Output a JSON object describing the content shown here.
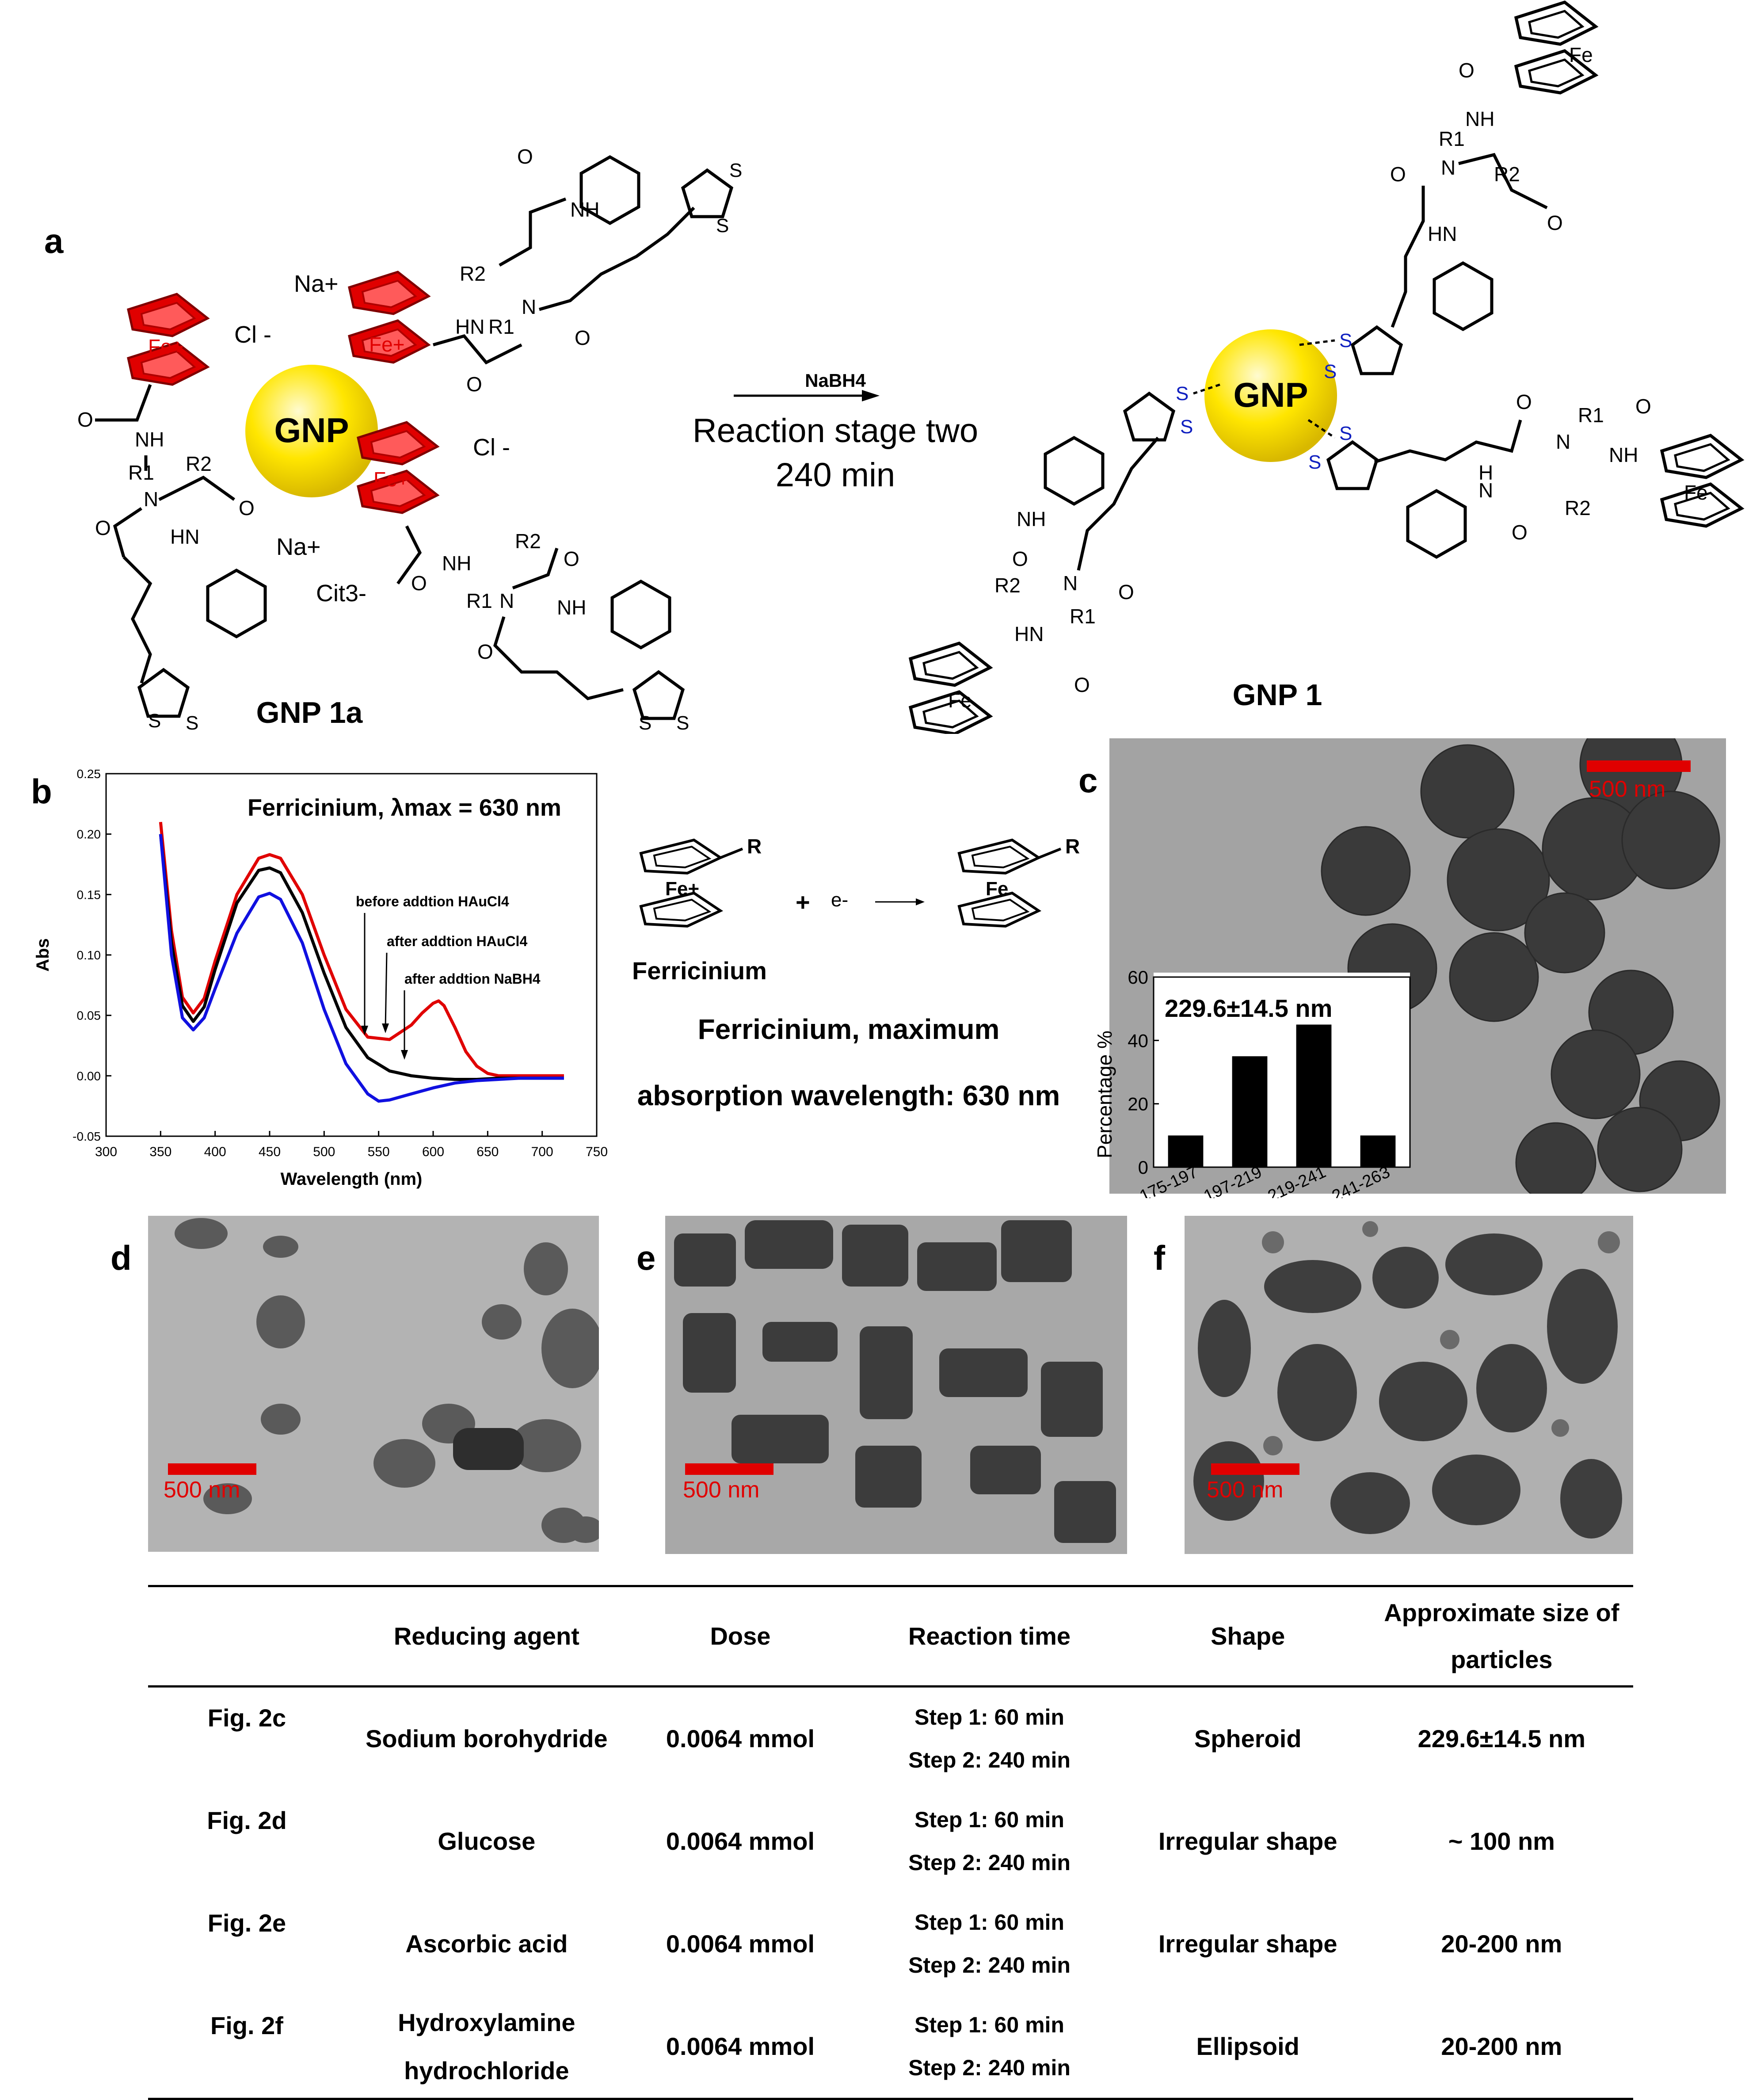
{
  "panels": {
    "a": "a",
    "b": "b",
    "c": "c",
    "d": "d",
    "e": "e",
    "f": "f"
  },
  "scheme": {
    "left_label": "GNP 1a",
    "right_label": "GNP 1",
    "core": "GNP",
    "reagent": "NaBH4",
    "condition_line1": "Reaction stage two",
    "condition_line2": "240 min",
    "ions": {
      "na": "Na+",
      "cl": "Cl -",
      "cit": "Cit3-"
    },
    "atoms": {
      "fe": "Fe",
      "fe_plus": "Fe+",
      "s": "S",
      "o": "O",
      "nh": "NH",
      "hn": "HN",
      "n": "N",
      "h": "H",
      "r1": "R1",
      "r2": "R2"
    }
  },
  "spectrum": {
    "title": "Ferricinium, λmax = 630 nm",
    "xlabel": "Wavelength (nm)",
    "ylabel": "Abs",
    "annotations": [
      "before addtion HAuCl4",
      "after addtion HAuCl4",
      "after addtion NaBH4"
    ]
  },
  "reaction": {
    "label": "Ferricinium",
    "plus": "+",
    "electron": "e-",
    "r": "R",
    "fe_plus": "Fe+",
    "fe": "Fe",
    "caption_line1": "Ferricinium, maximum",
    "caption_line2": "absorption wavelength: 630 nm"
  },
  "tem": {
    "scale_label": "500 nm",
    "inset_label": "229.6±14.5 nm",
    "inset_ylabel": "Percentage %"
  },
  "chart_data": [
    {
      "type": "line",
      "title": "Ferricinium, λmax = 630 nm",
      "xlabel": "Wavelength (nm)",
      "ylabel": "Abs",
      "xlim": [
        300,
        750
      ],
      "ylim": [
        -0.05,
        0.25
      ],
      "xticks": [
        300,
        350,
        400,
        450,
        500,
        550,
        600,
        650,
        700,
        750
      ],
      "yticks": [
        -0.05,
        0.0,
        0.05,
        0.1,
        0.15,
        0.2,
        0.25
      ],
      "grid": false,
      "series": [
        {
          "color": "#e00000",
          "x": [
            350,
            360,
            370,
            380,
            390,
            400,
            420,
            440,
            450,
            460,
            480,
            500,
            520,
            540,
            560,
            580,
            590,
            600,
            605,
            610,
            620,
            630,
            640,
            650,
            660,
            680,
            700,
            720
          ],
          "y": [
            0.21,
            0.12,
            0.065,
            0.052,
            0.064,
            0.095,
            0.15,
            0.18,
            0.183,
            0.18,
            0.15,
            0.1,
            0.055,
            0.032,
            0.03,
            0.042,
            0.052,
            0.06,
            0.062,
            0.058,
            0.04,
            0.02,
            0.008,
            0.002,
            0.0,
            0.0,
            0.0,
            0.0
          ]
        },
        {
          "color": "#000000",
          "x": [
            350,
            360,
            370,
            380,
            390,
            400,
            420,
            440,
            450,
            460,
            480,
            500,
            520,
            540,
            560,
            580,
            600,
            620,
            640,
            660,
            680,
            700,
            720
          ],
          "y": [
            0.2,
            0.11,
            0.058,
            0.045,
            0.057,
            0.088,
            0.143,
            0.17,
            0.172,
            0.168,
            0.135,
            0.085,
            0.04,
            0.015,
            0.004,
            0.0,
            -0.002,
            -0.003,
            -0.003,
            -0.002,
            -0.002,
            -0.002,
            -0.002
          ]
        },
        {
          "color": "#1010e0",
          "x": [
            350,
            360,
            370,
            380,
            390,
            400,
            420,
            440,
            450,
            460,
            480,
            500,
            520,
            540,
            550,
            560,
            580,
            600,
            620,
            640,
            660,
            680,
            700,
            720
          ],
          "y": [
            0.2,
            0.1,
            0.048,
            0.038,
            0.048,
            0.072,
            0.118,
            0.148,
            0.151,
            0.146,
            0.11,
            0.055,
            0.01,
            -0.015,
            -0.021,
            -0.02,
            -0.015,
            -0.01,
            -0.006,
            -0.004,
            -0.003,
            -0.002,
            -0.002,
            -0.002
          ]
        }
      ]
    },
    {
      "type": "bar",
      "title": "229.6±14.5 nm",
      "ylabel": "Percentage %",
      "categories": [
        "175-197",
        "197-219",
        "219-241",
        "241-263"
      ],
      "values": [
        10,
        35,
        45,
        10
      ],
      "ylim": [
        0,
        60
      ],
      "yticks": [
        0,
        20,
        40,
        60
      ]
    }
  ],
  "table": {
    "headers": [
      "",
      "Reducing agent",
      "Dose",
      "Reaction time",
      "Shape",
      "Approximate size of particles"
    ],
    "rows": [
      {
        "fig": "Fig. 2c",
        "agent": "Sodium borohydride",
        "dose": "0.0064 mmol",
        "step1": "Step 1: 60 min",
        "step2": "Step 2: 240 min",
        "shape": "Spheroid",
        "size": "229.6±14.5 nm"
      },
      {
        "fig": "Fig. 2d",
        "agent": "Glucose",
        "dose": "0.0064 mmol",
        "step1": "Step 1: 60 min",
        "step2": "Step 2: 240 min",
        "shape": "Irregular shape",
        "size": "~ 100 nm"
      },
      {
        "fig": "Fig. 2e",
        "agent": "Ascorbic acid",
        "dose": "0.0064 mmol",
        "step1": "Step 1: 60 min",
        "step2": "Step 2: 240 min",
        "shape": "Irregular shape",
        "size": "20-200 nm"
      },
      {
        "fig": "Fig. 2f",
        "agent": "Hydroxylamine hydrochloride",
        "dose": "0.0064 mmol",
        "step1": "Step 1: 60 min",
        "step2": "Step 2: 240 min",
        "shape": "Ellipsoid",
        "size": "20-200 nm"
      }
    ]
  },
  "colors": {
    "ferrocene_red": "#e00000",
    "gnp_yellow": "#ffe600",
    "blue_s": "#1020c0",
    "scale_red": "#e00000"
  }
}
